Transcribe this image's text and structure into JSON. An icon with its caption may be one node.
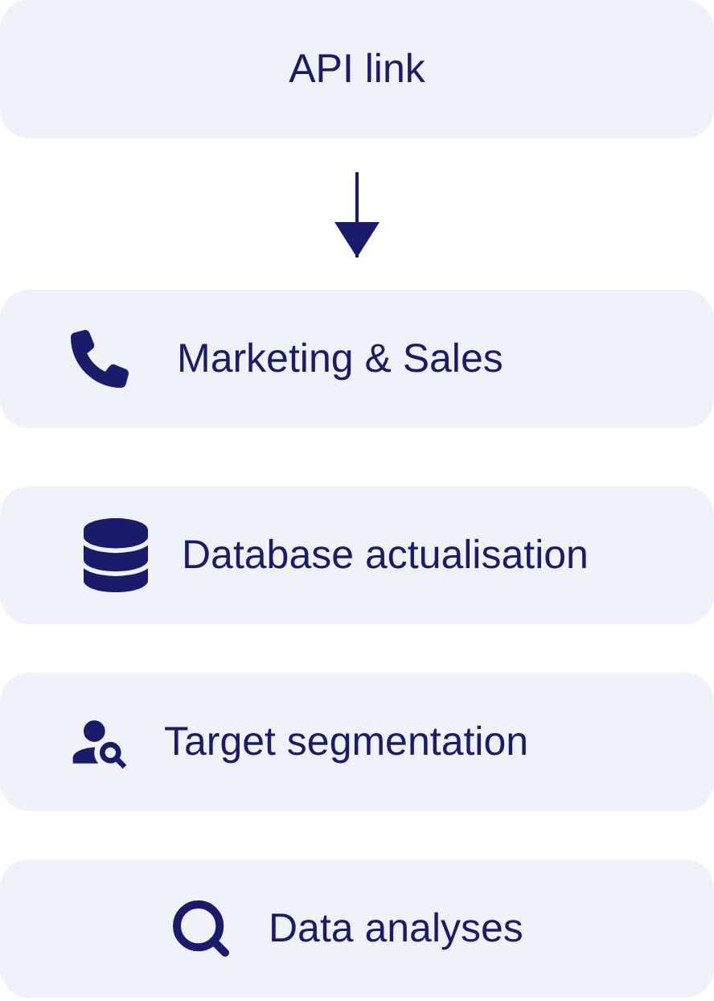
{
  "diagram": {
    "nodes": [
      {
        "text": [
          "API link"
        ]
      },
      {
        "text": [
          "Marketing & Sales"
        ]
      },
      {
        "text": [
          "Database actualisation"
        ]
      },
      {
        "text": [
          "Target segmentation"
        ]
      },
      {
        "text": [
          "Data analyses"
        ]
      }
    ],
    "edges": [
      {
        "from": 0,
        "to": 1,
        "arrow": "to"
      }
    ]
  }
}
